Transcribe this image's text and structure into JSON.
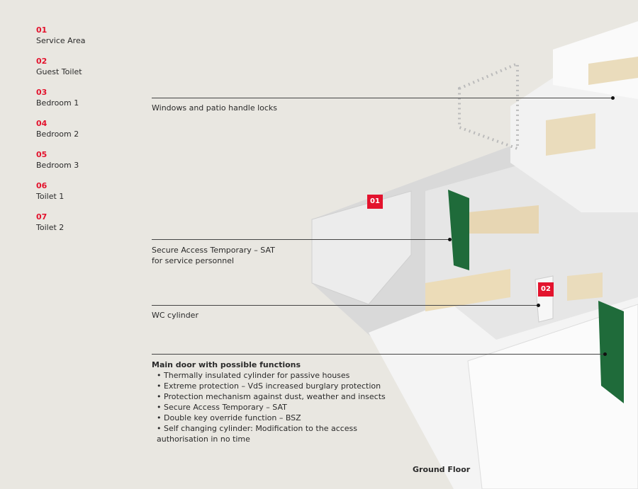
{
  "legend": [
    {
      "num": "01",
      "label": "Service Area"
    },
    {
      "num": "02",
      "label": "Guest Toilet"
    },
    {
      "num": "03",
      "label": "Bedroom 1"
    },
    {
      "num": "04",
      "label": "Bedroom 2"
    },
    {
      "num": "05",
      "label": "Bedroom 3"
    },
    {
      "num": "06",
      "label": "Toilet 1"
    },
    {
      "num": "07",
      "label": "Toilet 2"
    }
  ],
  "callouts": {
    "windows": "Windows and patio handle locks",
    "sat_line1": "Secure Access Temporary – SAT",
    "sat_line2": "for service personnel",
    "wc": "WC cylinder",
    "main_door_title": "Main door with possible functions",
    "main_door_items": [
      "Thermally insulated cylinder for passive houses",
      "Extreme protection – VdS increased burglary protection",
      "Protection mechanism against dust, weather and insects",
      "Secure Access Temporary – SAT",
      "Double key override function – BSZ",
      "Self changing cylinder: Modification to the access",
      "authorisation in no time"
    ]
  },
  "badges": [
    "01",
    "02"
  ],
  "floor_label": "Ground Floor",
  "colors": {
    "accent": "#e3132d",
    "door": "#1f6b3a",
    "background": "#e9e7e1"
  }
}
